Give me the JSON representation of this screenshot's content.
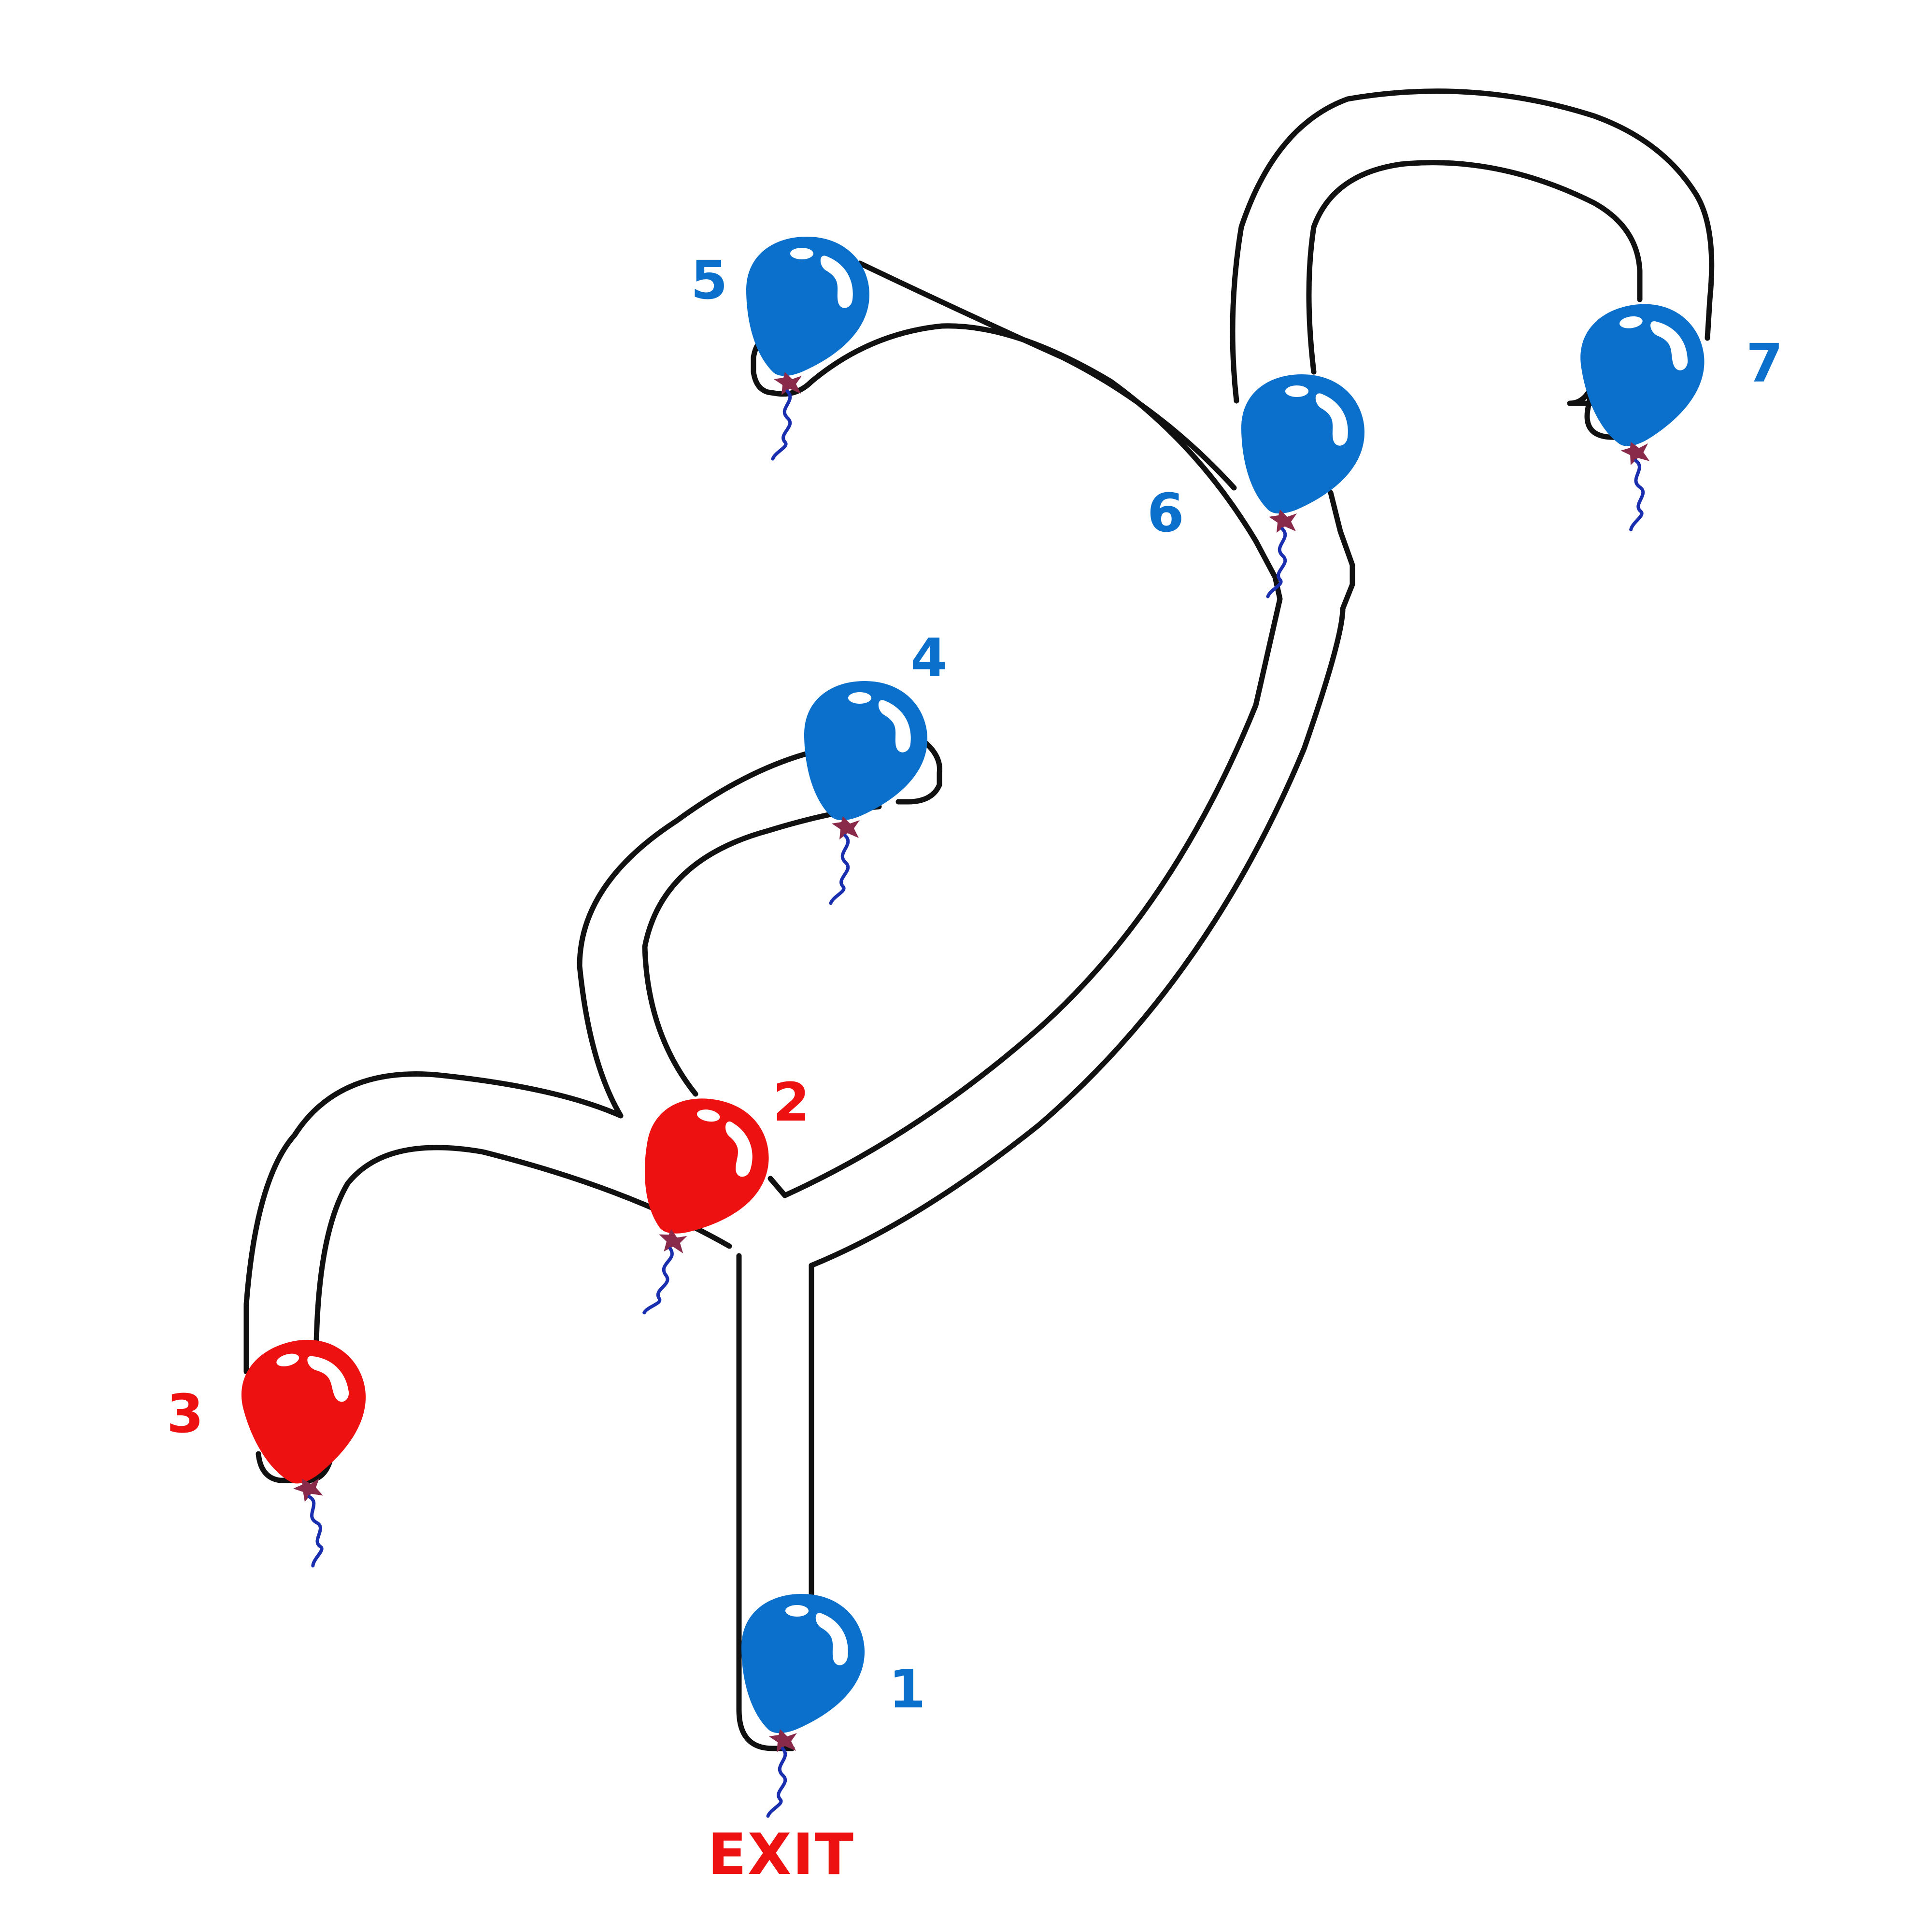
{
  "maze": {
    "exit_label": "EXIT",
    "exit_color": "#ee1111",
    "wall_color": "#111111"
  },
  "balloons": [
    {
      "number": "1",
      "color": "blue",
      "hex": "#0b6fcc"
    },
    {
      "number": "2",
      "color": "red",
      "hex": "#ee1111"
    },
    {
      "number": "3",
      "color": "red",
      "hex": "#ee1111"
    },
    {
      "number": "4",
      "color": "blue",
      "hex": "#0b6fcc"
    },
    {
      "number": "5",
      "color": "blue",
      "hex": "#0b6fcc"
    },
    {
      "number": "6",
      "color": "blue",
      "hex": "#0b6fcc"
    },
    {
      "number": "7",
      "color": "blue",
      "hex": "#0b6fcc"
    }
  ],
  "icons": [
    "balloon-icon",
    "star-knot-icon",
    "string-icon"
  ]
}
